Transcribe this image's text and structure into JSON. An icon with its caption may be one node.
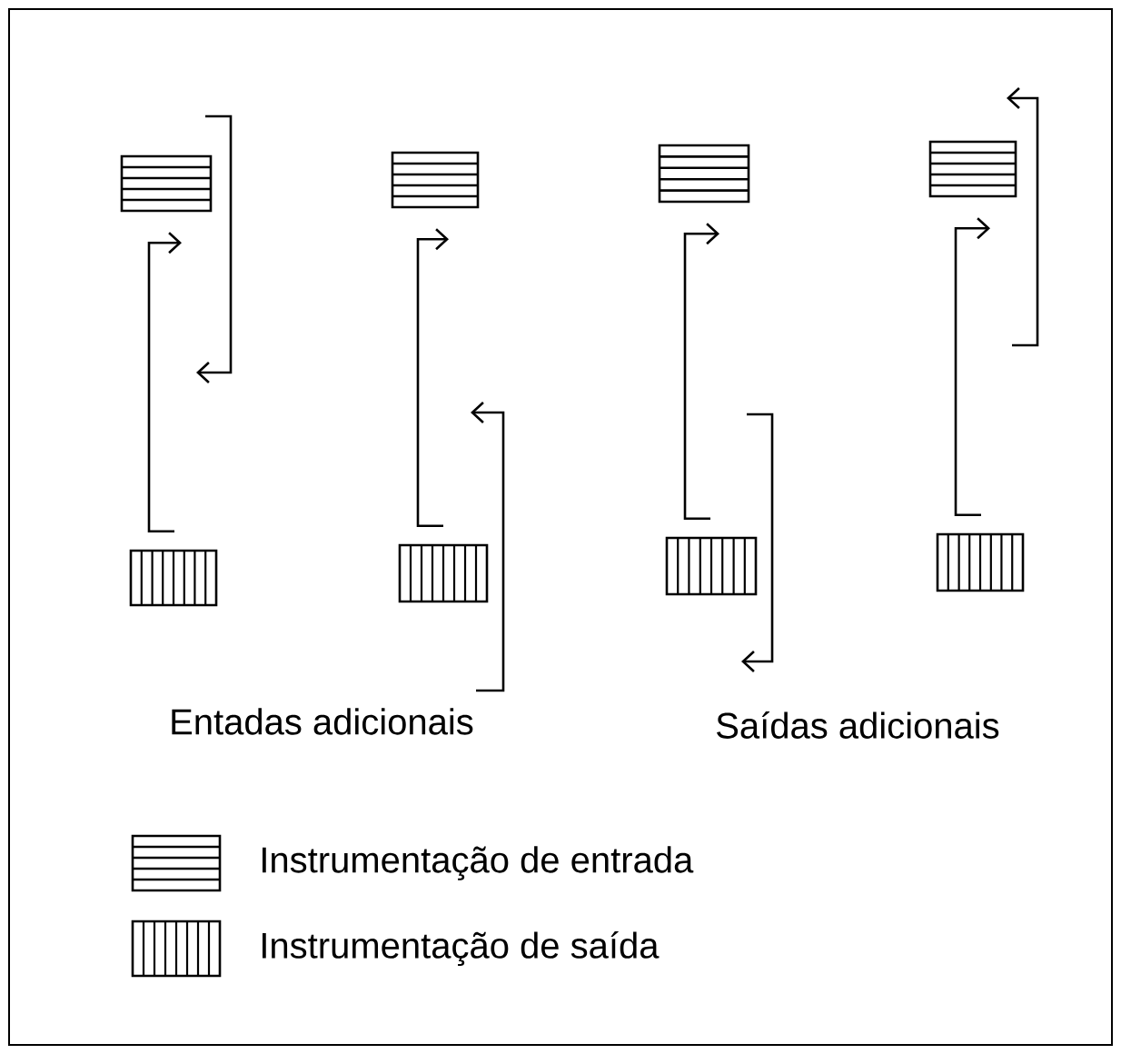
{
  "diagram": {
    "nodes": [
      {
        "text": [],
        "shape": "box"
      },
      {
        "text": [],
        "shape": "box"
      },
      {
        "text": [],
        "shape": "box"
      },
      {
        "text": [],
        "shape": "box"
      },
      {
        "text": [],
        "shape": "box"
      },
      {
        "text": [],
        "shape": "box"
      },
      {
        "text": [],
        "shape": "box"
      },
      {
        "text": [],
        "shape": "box"
      }
    ],
    "edges": [
      {
        "from": 4,
        "to": 0,
        "arrow": "to"
      },
      {
        "from": 5,
        "to": 1,
        "arrow": "to"
      },
      {
        "from": 6,
        "to": 2,
        "arrow": "to"
      },
      {
        "from": 7,
        "to": 3,
        "arrow": "to"
      }
    ],
    "labels": [
      "Entadas adicionais",
      "Saídas adicionais"
    ],
    "legend": [
      {
        "text": "Instrumentação de entrada"
      },
      {
        "text": "Instrumentação de saída"
      }
    ]
  }
}
